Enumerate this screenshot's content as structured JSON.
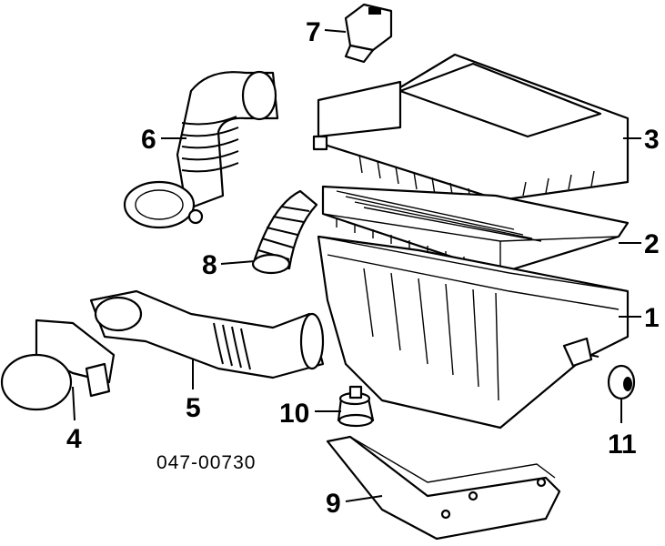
{
  "diagram": {
    "catalog_number": "047-00730",
    "callouts": [
      {
        "id": "1",
        "label": "1"
      },
      {
        "id": "2",
        "label": "2"
      },
      {
        "id": "3",
        "label": "3"
      },
      {
        "id": "4",
        "label": "4"
      },
      {
        "id": "5",
        "label": "5"
      },
      {
        "id": "6",
        "label": "6"
      },
      {
        "id": "7",
        "label": "7"
      },
      {
        "id": "8",
        "label": "8"
      },
      {
        "id": "9",
        "label": "9"
      },
      {
        "id": "10",
        "label": "10"
      },
      {
        "id": "11",
        "label": "11"
      }
    ]
  }
}
